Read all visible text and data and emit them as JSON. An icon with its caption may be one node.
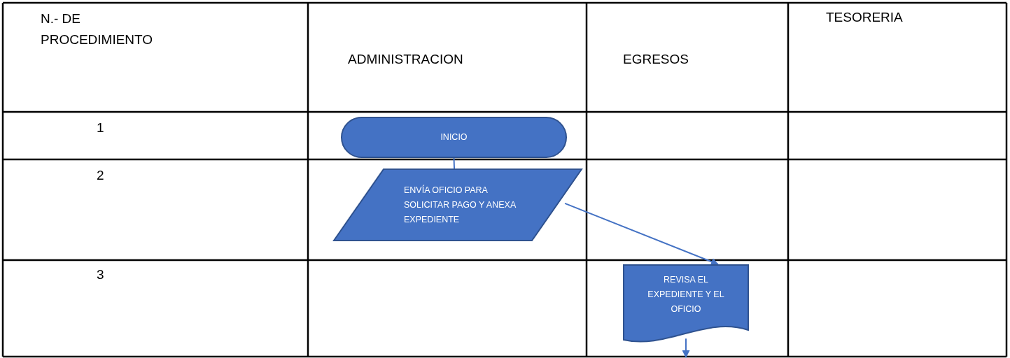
{
  "diagram": {
    "nodes": [
      {
        "text": [
          "INICIO"
        ]
      },
      {
        "text": [
          "ENVÍA OFICIO PARA SOLICITAR PAGO Y ANEXA EXPEDIENTE"
        ]
      },
      {
        "text": [
          "REVISA EL EXPEDIENTE Y EL OFICIO"
        ]
      }
    ],
    "edges": [
      {
        "from": 0,
        "to": 1,
        "arrow": "none"
      },
      {
        "from": 1,
        "to": 2,
        "arrow": "to"
      },
      {
        "from": 2,
        "to": null,
        "arrow": "to"
      }
    ],
    "labels": [
      "N.- DE PROCEDIMIENTO",
      "ADMINISTRACION",
      "EGRESOS",
      "TESORERIA",
      "1",
      "2",
      "3"
    ]
  }
}
